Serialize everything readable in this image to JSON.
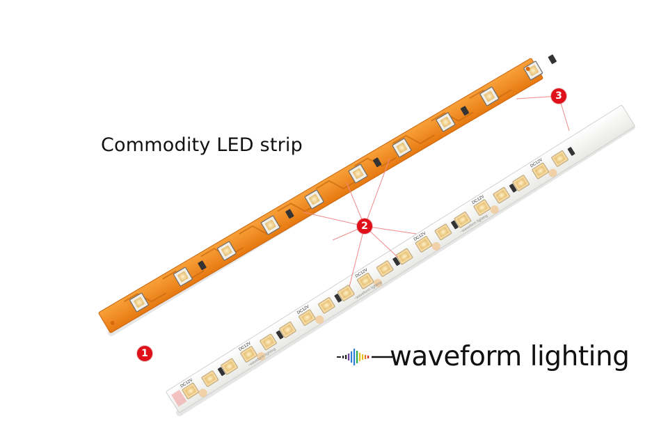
{
  "caption": "Commodity LED strip",
  "markers": [
    "1",
    "2",
    "3"
  ],
  "brand": {
    "name": "waveform lighting",
    "mark_icon": "waveform-bars-icon",
    "mark_colors": [
      "#222222",
      "#6a3fa0",
      "#2b7fd8",
      "#2ea84a",
      "#e4c21e",
      "#e8761e",
      "#d6251f"
    ]
  },
  "strip_label": "DC12V",
  "strip_watermark": "waveform lighting",
  "colors": {
    "commodity_strip": "#f08a1c",
    "waveform_strip": "#f7f7f5",
    "led_warm": "#f6d9a0",
    "marker": "#e0101a",
    "callout_line": "#ef8a8a"
  }
}
